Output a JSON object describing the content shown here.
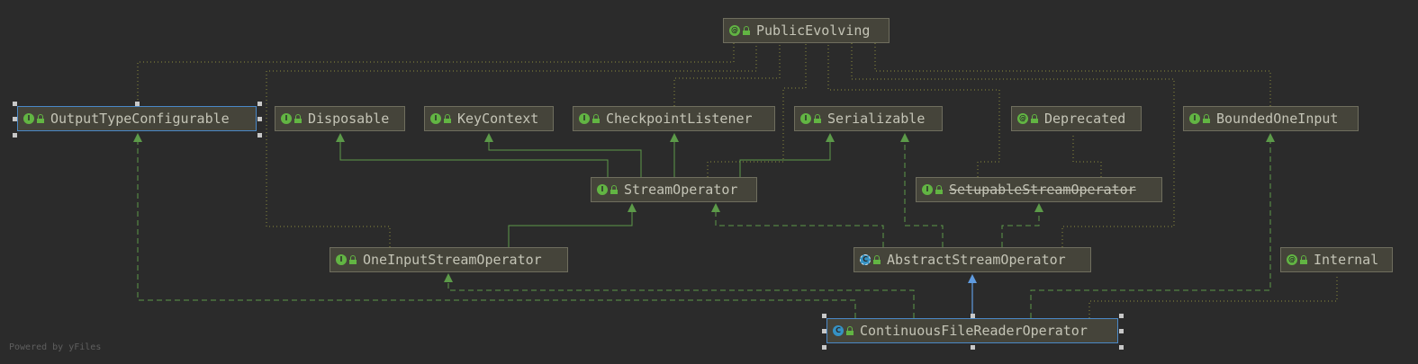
{
  "nodes": {
    "public_evolving": {
      "label": "PublicEvolving",
      "kind": "@"
    },
    "output_type_configurable": {
      "label": "OutputTypeConfigurable",
      "kind": "I"
    },
    "disposable": {
      "label": "Disposable",
      "kind": "I"
    },
    "key_context": {
      "label": "KeyContext",
      "kind": "I"
    },
    "checkpoint_listener": {
      "label": "CheckpointListener",
      "kind": "I"
    },
    "serializable": {
      "label": "Serializable",
      "kind": "I"
    },
    "deprecated": {
      "label": "Deprecated",
      "kind": "@"
    },
    "bounded_one_input": {
      "label": "BoundedOneInput",
      "kind": "I"
    },
    "stream_operator": {
      "label": "StreamOperator",
      "kind": "I"
    },
    "setupable_stream_operator": {
      "label": "SetupableStreamOperator",
      "kind": "I",
      "deprecated": true
    },
    "one_input_stream_operator": {
      "label": "OneInputStreamOperator",
      "kind": "I"
    },
    "abstract_stream_operator": {
      "label": "AbstractStreamOperator",
      "kind": "C"
    },
    "internal": {
      "label": "Internal",
      "kind": "@"
    },
    "continuous_file_reader_operator": {
      "label": "ContinuousFileReaderOperator",
      "kind": "C"
    }
  },
  "footer": "Powered by yFiles",
  "colors": {
    "background": "#2b2b2b",
    "node_fill": "#45443a",
    "node_text": "#c4c4b6",
    "extends_edge": "#5c9a49",
    "annotation_edge": "#8c8c3c",
    "class_extends_edge": "#5f9be0",
    "selection": "#4a88c7"
  }
}
